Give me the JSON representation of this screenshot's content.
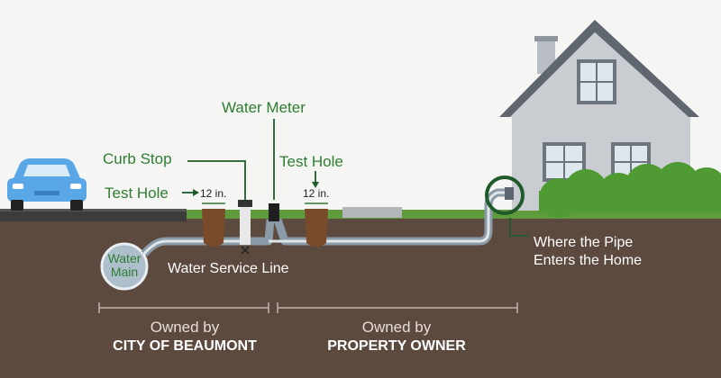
{
  "labels": {
    "water_meter": "Water Meter",
    "curb_stop": "Curb Stop",
    "test_hole_left": "Test Hole",
    "test_hole_right": "Test Hole",
    "dim_left": "12 in.",
    "dim_right": "12 in.",
    "water_main_line1": "Water",
    "water_main_line2": "Main",
    "water_service_line": "Water Service Line",
    "entry_line1": "Where the Pipe",
    "entry_line2": "Enters the Home"
  },
  "ownership": {
    "left_owned_by": "Owned by",
    "left_owner": "CITY OF BEAUMONT",
    "right_owned_by": "Owned by",
    "right_owner": "PROPERTY OWNER"
  },
  "colors": {
    "soil": "#5d4a3f",
    "grass": "#5f9a3c",
    "road": "#3c3c3c",
    "pipe": "#8a9aa6",
    "house": "#c9ccd1",
    "roof": "#5f6670",
    "label_green": "#2e7d32",
    "car": "#5aa7e8"
  },
  "icons": [
    "car-icon",
    "house-icon",
    "bush-icon"
  ]
}
